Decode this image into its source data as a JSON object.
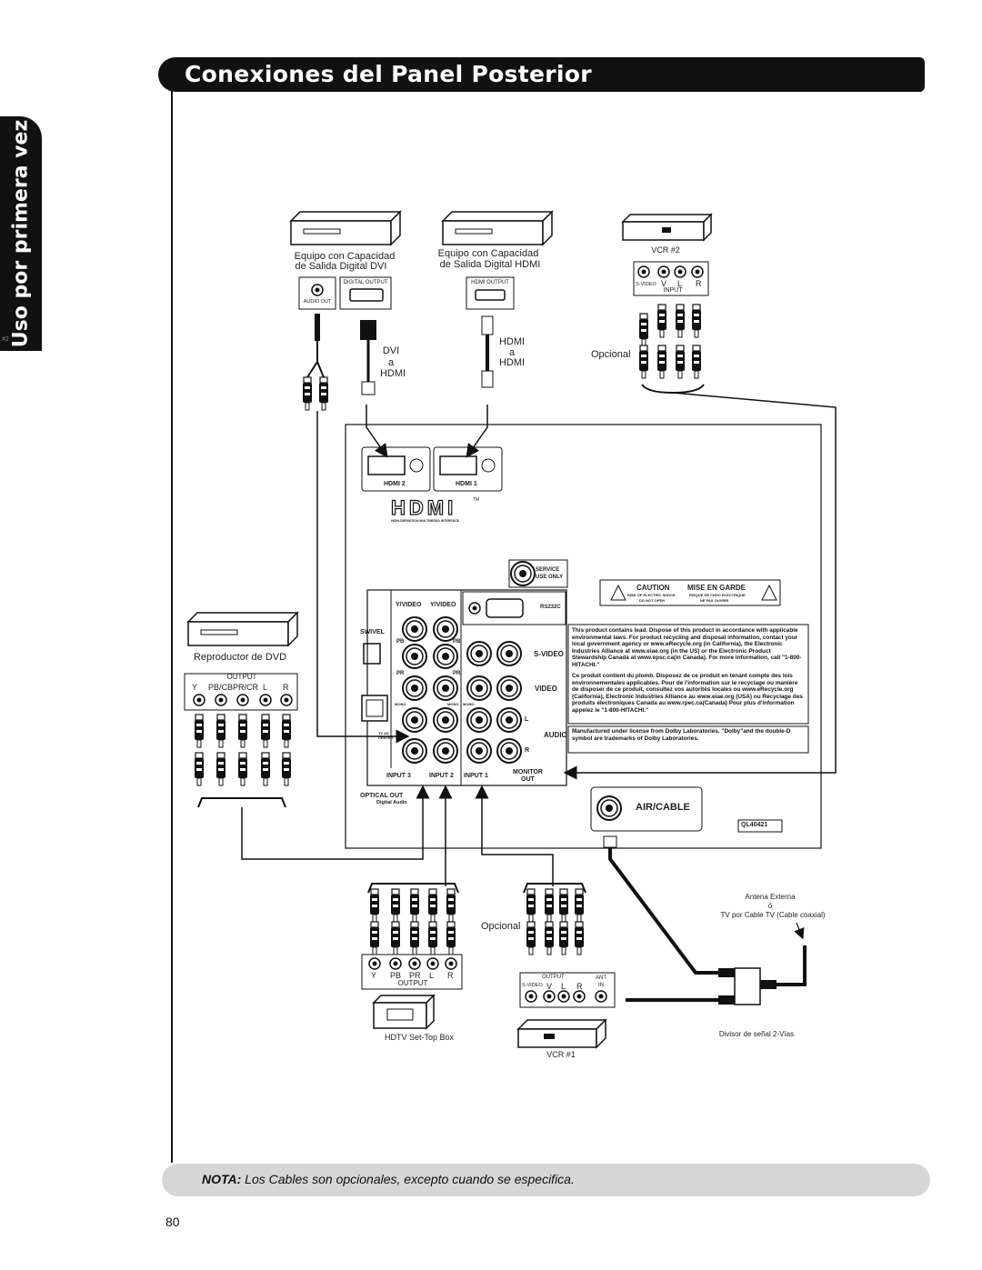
{
  "header": {
    "title": "Conexiones del Panel Posterior"
  },
  "side_tab": {
    "label": "Uso por primera vez",
    "small": "#2"
  },
  "devices": {
    "dvi_device": {
      "line1": "Equipo con Capacidad",
      "line2": "de Salida Digital DVI",
      "audio_out": "AUDIO OUT",
      "digital_output": "DIGITAL OUTPUT"
    },
    "hdmi_device": {
      "line1": "Equipo con Capacidad",
      "line2": "de Salida Digital HDMI",
      "hdmi_output": "HDMI OUTPUT"
    },
    "vcr2": {
      "label": "VCR #2",
      "svideo": "S-VIDEO",
      "v": "V",
      "l": "L",
      "r": "R",
      "input": "INPUT"
    },
    "dvd": {
      "label": "Reproductor de DVD",
      "output": "OUTPUT",
      "y": "Y",
      "pb": "PB/CB",
      "pr": "PR/CR",
      "l": "L",
      "r": "R"
    },
    "hdtv": {
      "label": "HDTV Set-Top Box",
      "y": "Y",
      "pb": "PB",
      "pr": "PR",
      "l": "L",
      "r": "R",
      "output": "OUTPUT"
    },
    "vcr1": {
      "label": "VCR #1",
      "output": "OUTPUT",
      "ant": "ANT",
      "in": "IN",
      "svideo": "S-VIDEO",
      "v": "V",
      "l": "L",
      "r": "R"
    }
  },
  "cables": {
    "dvi_hdmi": {
      "l1": "DVI",
      "l2": "a",
      "l3": "HDMI"
    },
    "hdmi_hdmi": {
      "l1": "HDMI",
      "l2": "a",
      "l3": "HDMI"
    },
    "opcional_top": "Opcional",
    "opcional_bottom": "Opcional"
  },
  "antenna": {
    "l1": "Antena Externa",
    "l2": "ó",
    "l3": "TV por Cable TV (Cable coaxial)",
    "splitter": "Divisor de señal 2-Vías"
  },
  "tv_panel": {
    "hdmi2": "HDMI  2",
    "hdmi1": "HDMI  1",
    "hdmi_logo": "HDMI",
    "hdmi_tm": "TM",
    "hdmi_sub": "HIGH-DEFINITION MULTIMEDIA INTERFACE",
    "service1": "SERVICE",
    "service2": "USE  ONLY",
    "rs232c": "RS232C",
    "caution": "CAUTION",
    "caution_sub1": "RISK  OF  ELECTRIC  SHOCK",
    "caution_sub2": "DO  NOT  OPEN",
    "mise": "MISE  EN  GARDE",
    "mise_sub1": "RISQUE  DE  CHOC  ELECTRIQUE",
    "mise_sub2": "NE  PAS  OUVRIR",
    "yvideo1": "Y/VIDEO",
    "yvideo2": "Y/VIDEO",
    "swivel": "SWIVEL",
    "pb": "PB",
    "pr": "PR",
    "mono": "MONO",
    "svideo": "S-VIDEO",
    "video": "VIDEO",
    "audio": "AUDIO",
    "l": "L",
    "r": "R",
    "tv_as": "TV  AS",
    "center": "CENTER",
    "input3": "INPUT  3",
    "input2": "INPUT  2",
    "input1": "INPUT  1",
    "monitor": "MONITOR",
    "out": "OUT",
    "optical": "OPTICAL   OUT",
    "digital_audio": "Digital   Audio",
    "air_cable": "AIR/CABLE",
    "model": "QL40421",
    "lead_notice": "This  product  contains  lead.  Dispose  of  this  product  in  accordance with  applicable  environmental  laws.  For  product  recycling  and  disposal information,  contact  your  local  government  agency  or  www.eRecycle.org (in  California),  the  Electronic  Industries  Alliance  at  www.eiae.org (in  the  US)  or  the  Electronic  Product  Stewardship  Canada  at www.epsc.ca(in  Canada).  For  more  information,  call  \"1-800-HITACHI.\"",
    "plomb_notice": "Ce  produit  contient  du  plomb.  Disposez  de  ce  produit  en  tenant compte  des  lois  environnementales  applicables.  Pour  de  l'information  sur le  recyclage  ou  manière  de  disposer  de  ce  produit,  consultez  vos autorités  locales  ou  www.eRecycle.org  (California),  Electronic  Industries Alliance  au  www.eiae.org  (USA)  ou  Recyclage  des  produits  électroniques Canada  au  www.rpec.ca(Canada)  Pour  plus  d'information  appelez  le \"1-800-HITACHI.\"",
    "dolby_notice": "Manufactured  under  license  from  Dolby  Laboratories. \"Dolby\"and  the  double-D  symbol  are  trademarks  of Dolby  Laboratories."
  },
  "note": {
    "prefix": "NOTA:",
    "text": " Los Cables son opcionales, excepto cuando se especifica."
  },
  "page_number": "80"
}
